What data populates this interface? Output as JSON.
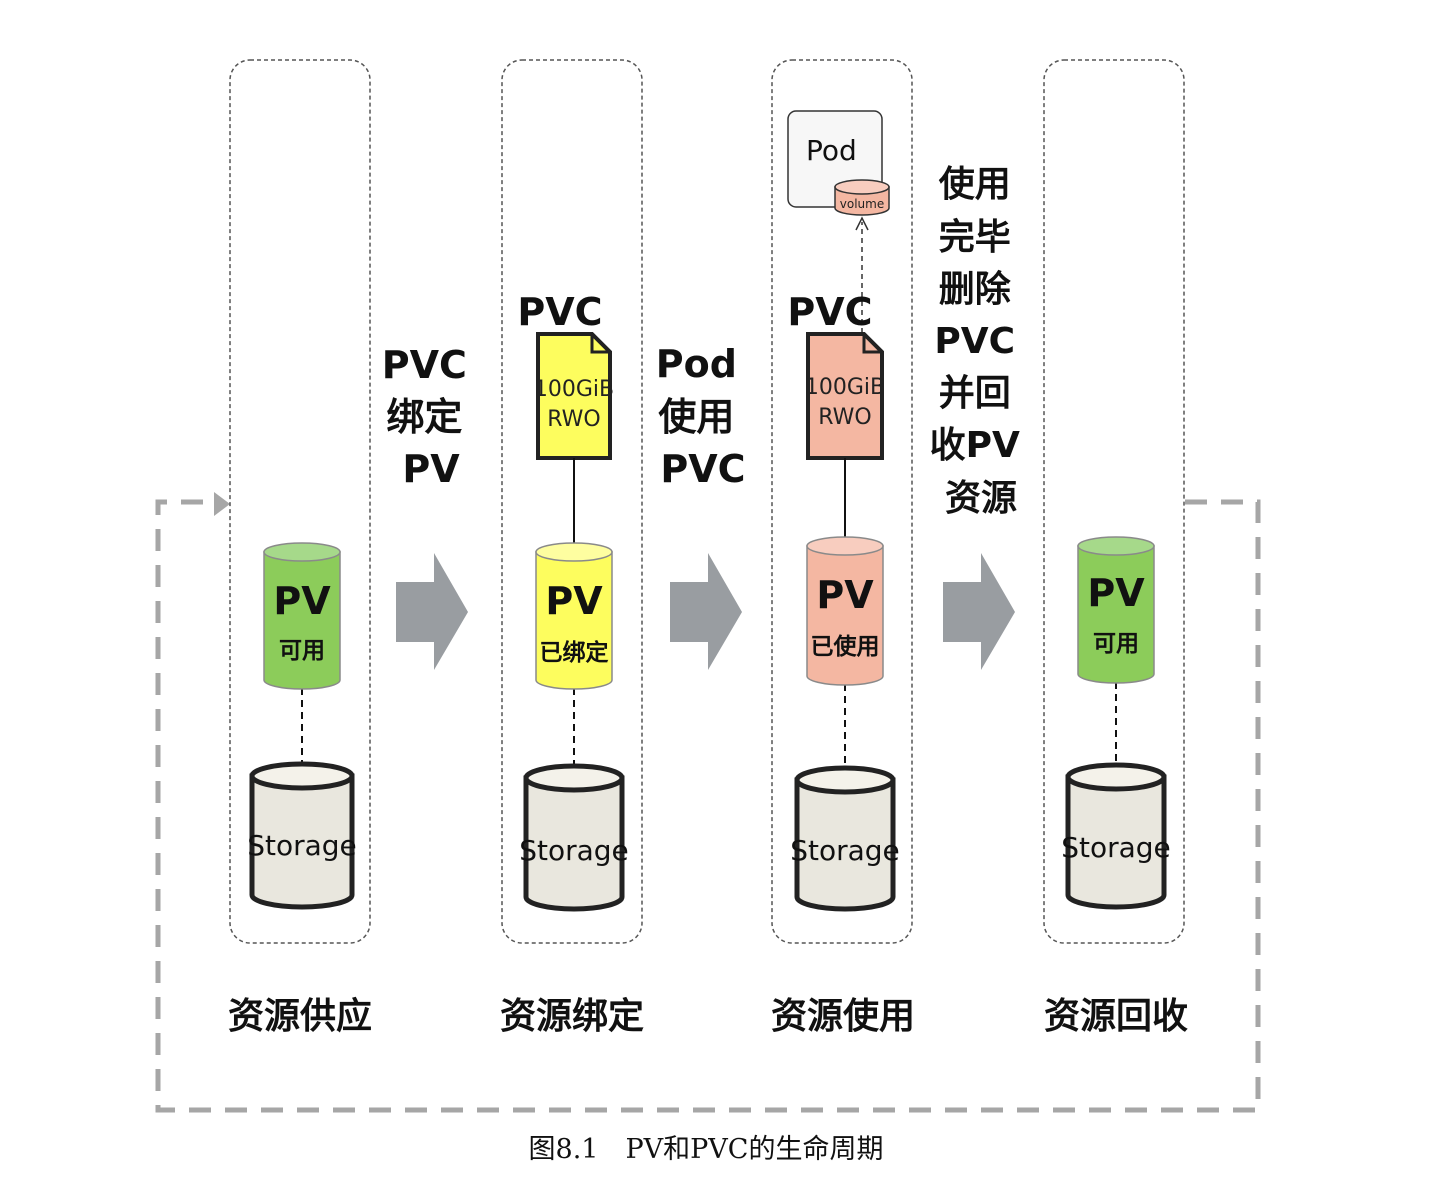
{
  "stages": [
    {
      "label": "资源供应",
      "pv_title": "PV",
      "pv_state": "可用",
      "storage": "Storage"
    },
    {
      "label": "资源绑定",
      "pv_title": "PV",
      "pv_state": "已绑定",
      "storage": "Storage",
      "pvc_title": "PVC",
      "pvc_size": "100GiB",
      "pvc_mode": "RWO"
    },
    {
      "label": "资源使用",
      "pv_title": "PV",
      "pv_state": "已使用",
      "storage": "Storage",
      "pvc_title": "PVC",
      "pvc_size": "100GiB",
      "pvc_mode": "RWO",
      "pod_label": "Pod",
      "volume_label": "volume"
    },
    {
      "label": "资源回收",
      "pv_title": "PV",
      "pv_state": "可用",
      "storage": "Storage"
    }
  ],
  "transitions": [
    {
      "lines": [
        "PVC",
        "绑定",
        "PV"
      ]
    },
    {
      "lines": [
        "Pod",
        "使用",
        "PVC"
      ]
    },
    {
      "lines": [
        "使用",
        "完毕",
        "删除",
        "PVC",
        "并回",
        "收PV",
        "资源"
      ]
    }
  ],
  "caption": "图8.1　PV和PVC的生命周期",
  "colors": {
    "pv_available": "#8ccc5a",
    "pv_bound": "#fdfd5e",
    "pv_used": "#f4b7a2",
    "storage": "#e9e7de",
    "arrow": "#999da1",
    "loop": "#a6a6a6"
  }
}
